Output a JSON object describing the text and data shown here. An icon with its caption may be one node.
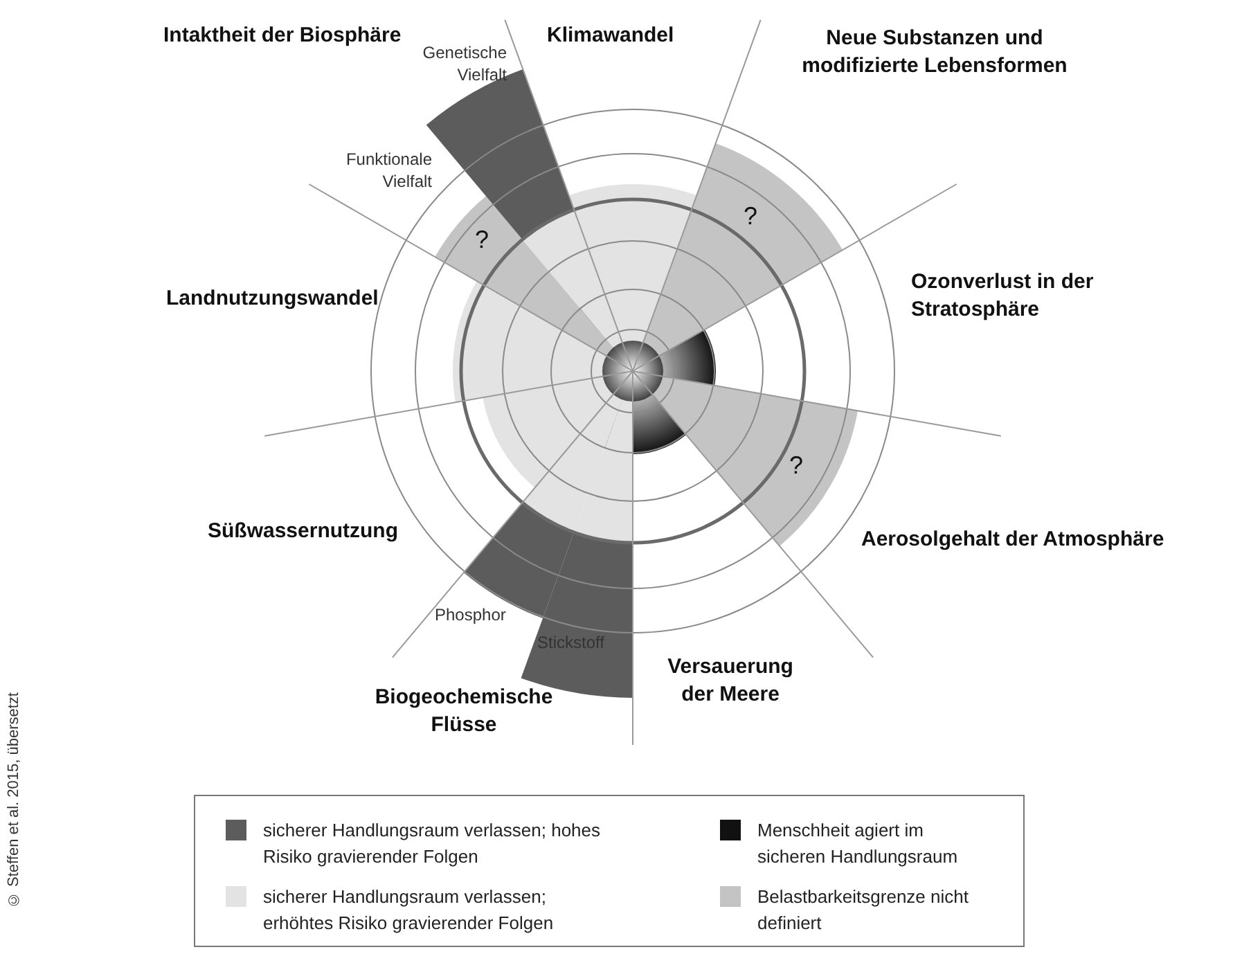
{
  "diagram": {
    "labels": [
      "Intaktheit der Biosphäre",
      "Klimawandel",
      "Neue Substanzen und modifizierte Lebensformen",
      "Genetische Vielfalt",
      "Funktionale Vielfalt",
      "?",
      "?",
      "Landnutzungswandel",
      "Ozonverlust in der Stratosphäre",
      "?",
      "Süßwassernutzung",
      "Aerosolgehalt der Atmosphäre",
      "Phosphor",
      "Stickstoff",
      "Versauerung der Meere",
      "Biogeochemische Flüsse",
      "© Steffen et al. 2015, übersetzt"
    ],
    "legend": [
      {
        "text": "sicherer Handlungsraum verlassen; hohes Risiko gravierender Folgen",
        "color": "#5c5c5c"
      },
      {
        "text": "sicherer Handlungsraum verlassen; erhöhtes Risiko gravierender Folgen",
        "color": "#e3e3e3"
      },
      {
        "text": "Menschheit agiert im sicheren Handlungsraum",
        "color": "#111111"
      },
      {
        "text": "Belastbarkeitsgrenze nicht definiert",
        "color": "#c4c4c4"
      }
    ]
  }
}
